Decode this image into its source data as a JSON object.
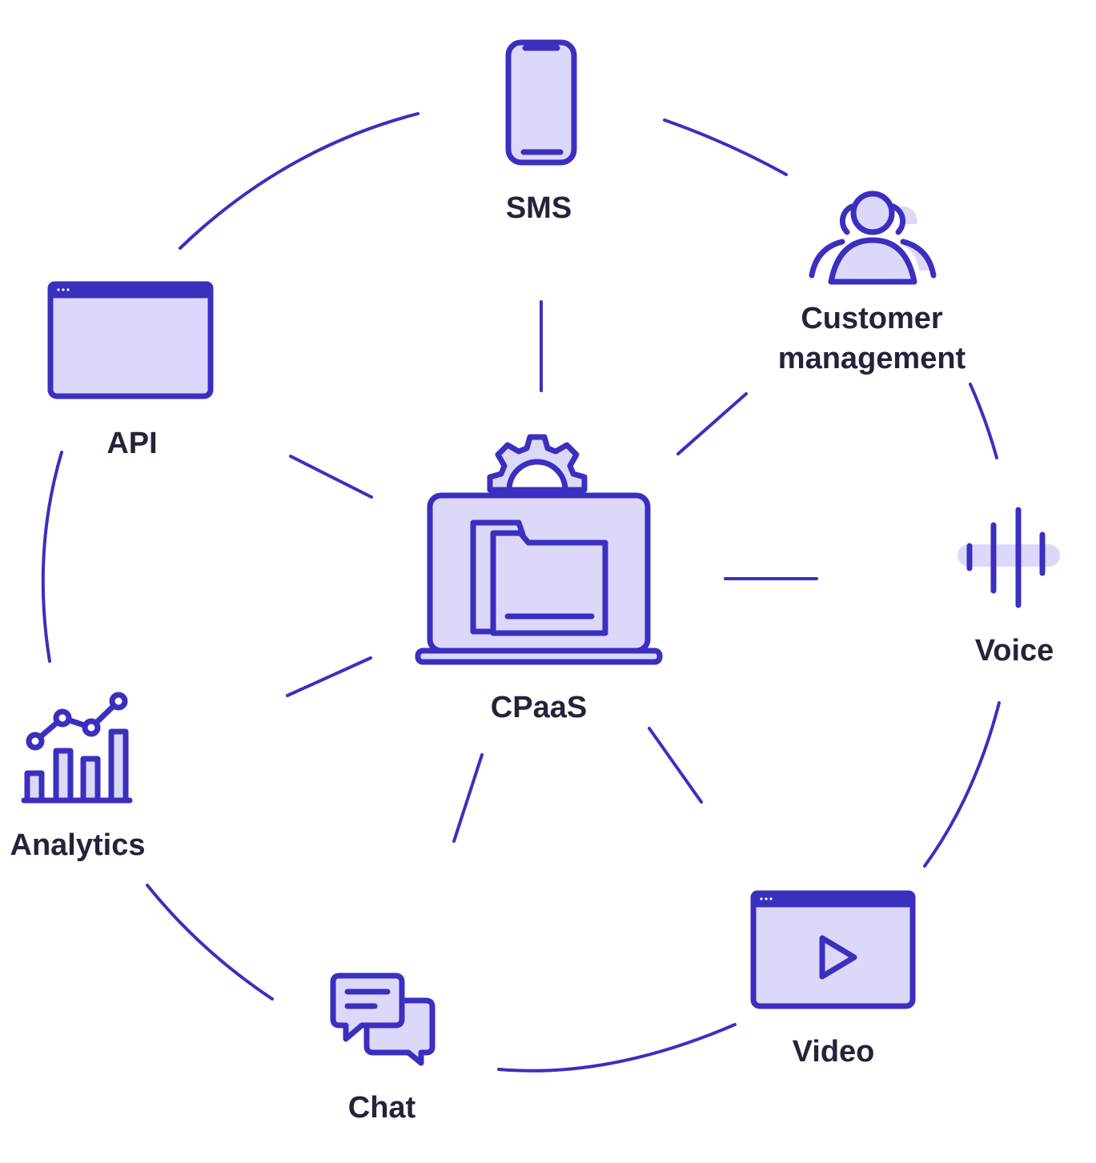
{
  "colors": {
    "stroke": "#3a2fbf",
    "fill": "#dcd8fa",
    "text": "#23233a",
    "background": "#ffffff"
  },
  "nodes": {
    "center": {
      "label": "CPaaS",
      "icon": "laptop-folder-gear-icon"
    },
    "sms": {
      "label": "SMS",
      "icon": "smartphone-icon"
    },
    "customer": {
      "label_line1": "Customer",
      "label_line2": "management",
      "icon": "users-group-icon"
    },
    "voice": {
      "label": "Voice",
      "icon": "sound-wave-icon"
    },
    "video": {
      "label": "Video",
      "icon": "video-player-icon"
    },
    "chat": {
      "label": "Chat",
      "icon": "chat-bubbles-icon"
    },
    "analytics": {
      "label": "Analytics",
      "icon": "analytics-chart-icon"
    },
    "api": {
      "label": "API",
      "icon": "browser-window-icon"
    }
  }
}
